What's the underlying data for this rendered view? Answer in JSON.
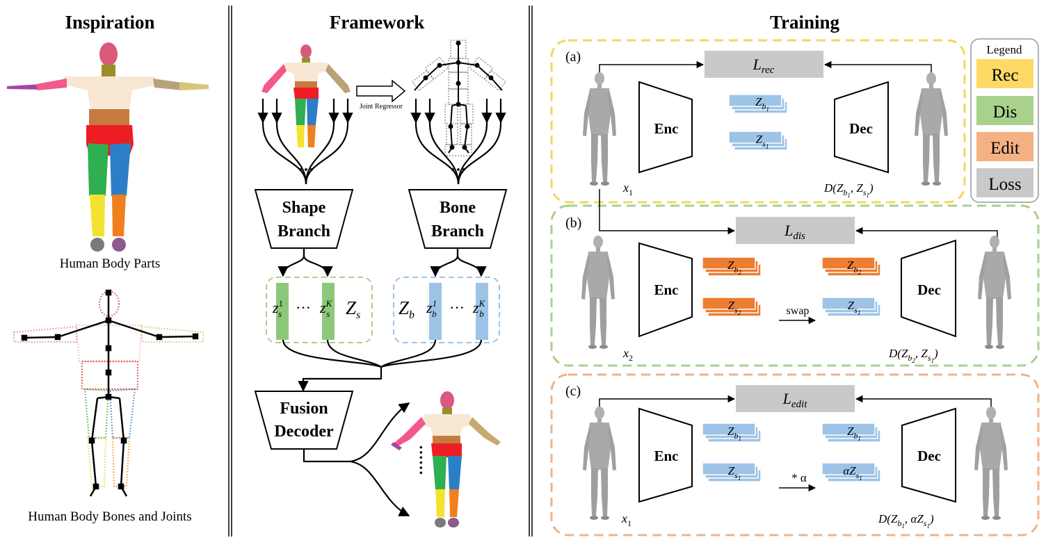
{
  "columns": {
    "inspiration": "Inspiration",
    "framework": "Framework",
    "training": "Training"
  },
  "inspiration": {
    "parts_caption": "Human Body Parts",
    "bones_caption": "Human Body Bones and Joints"
  },
  "framework": {
    "joint_regressor": "Joint Regressor",
    "shape_branch": [
      "Shape",
      "Branch"
    ],
    "bone_branch": [
      "Bone",
      "Branch"
    ],
    "fusion_decoder": [
      "Fusion",
      "Decoder"
    ],
    "ellipsis": "···",
    "vertical_ellipsis": "······",
    "shape_codes": {
      "first": "z",
      "first_sub": "s",
      "first_sup": "1",
      "last": "z",
      "last_sub": "s",
      "last_sup": "K",
      "group": "Z",
      "group_sub": "s"
    },
    "bone_codes": {
      "first": "z",
      "first_sub": "b",
      "first_sup": "1",
      "last": "z",
      "last_sub": "b",
      "last_sup": "K",
      "group": "Z",
      "group_sub": "b"
    },
    "shape_color": "#8dc87a",
    "bone_color": "#9dc3e6"
  },
  "training": {
    "encoder": "Enc",
    "decoder": "Dec",
    "panels": [
      {
        "label": "(a)",
        "loss": "L",
        "loss_sub": "rec",
        "input": "x",
        "input_sub": "1",
        "output": "D(Z_b1, Z_s1)",
        "codes": [
          "Z_b1",
          "Z_s1"
        ],
        "border": "#f6d55c"
      },
      {
        "label": "(b)",
        "loss": "L",
        "loss_sub": "dis",
        "input": "x",
        "input_sub": "2",
        "output": "D(Z_b2, Z_s1)",
        "codes_left": [
          "Z_b2",
          "Z_s2"
        ],
        "codes_right": [
          "Z_b2",
          "Z_s1"
        ],
        "op": "swap",
        "border": "#a8d08d"
      },
      {
        "label": "(c)",
        "loss": "L",
        "loss_sub": "edit",
        "input": "x",
        "input_sub": "1",
        "output": "D(Z_b1, αZ_s1)",
        "codes_left": [
          "Z_b1",
          "Z_s1"
        ],
        "codes_right": [
          "Z_b1",
          "αZ_s1"
        ],
        "op": "* α",
        "border": "#f4b183"
      }
    ],
    "legend": {
      "title": "Legend",
      "items": [
        {
          "label": "Rec",
          "color": "#ffd966"
        },
        {
          "label": "Dis",
          "color": "#a9d18e"
        },
        {
          "label": "Edit",
          "color": "#f4b183"
        },
        {
          "label": "Loss",
          "color": "#c9c9c9"
        }
      ]
    },
    "code_colors": {
      "blue": "#9dc3e6",
      "orange": "#ed7d31",
      "loss_box": "#c9c9c9"
    }
  }
}
